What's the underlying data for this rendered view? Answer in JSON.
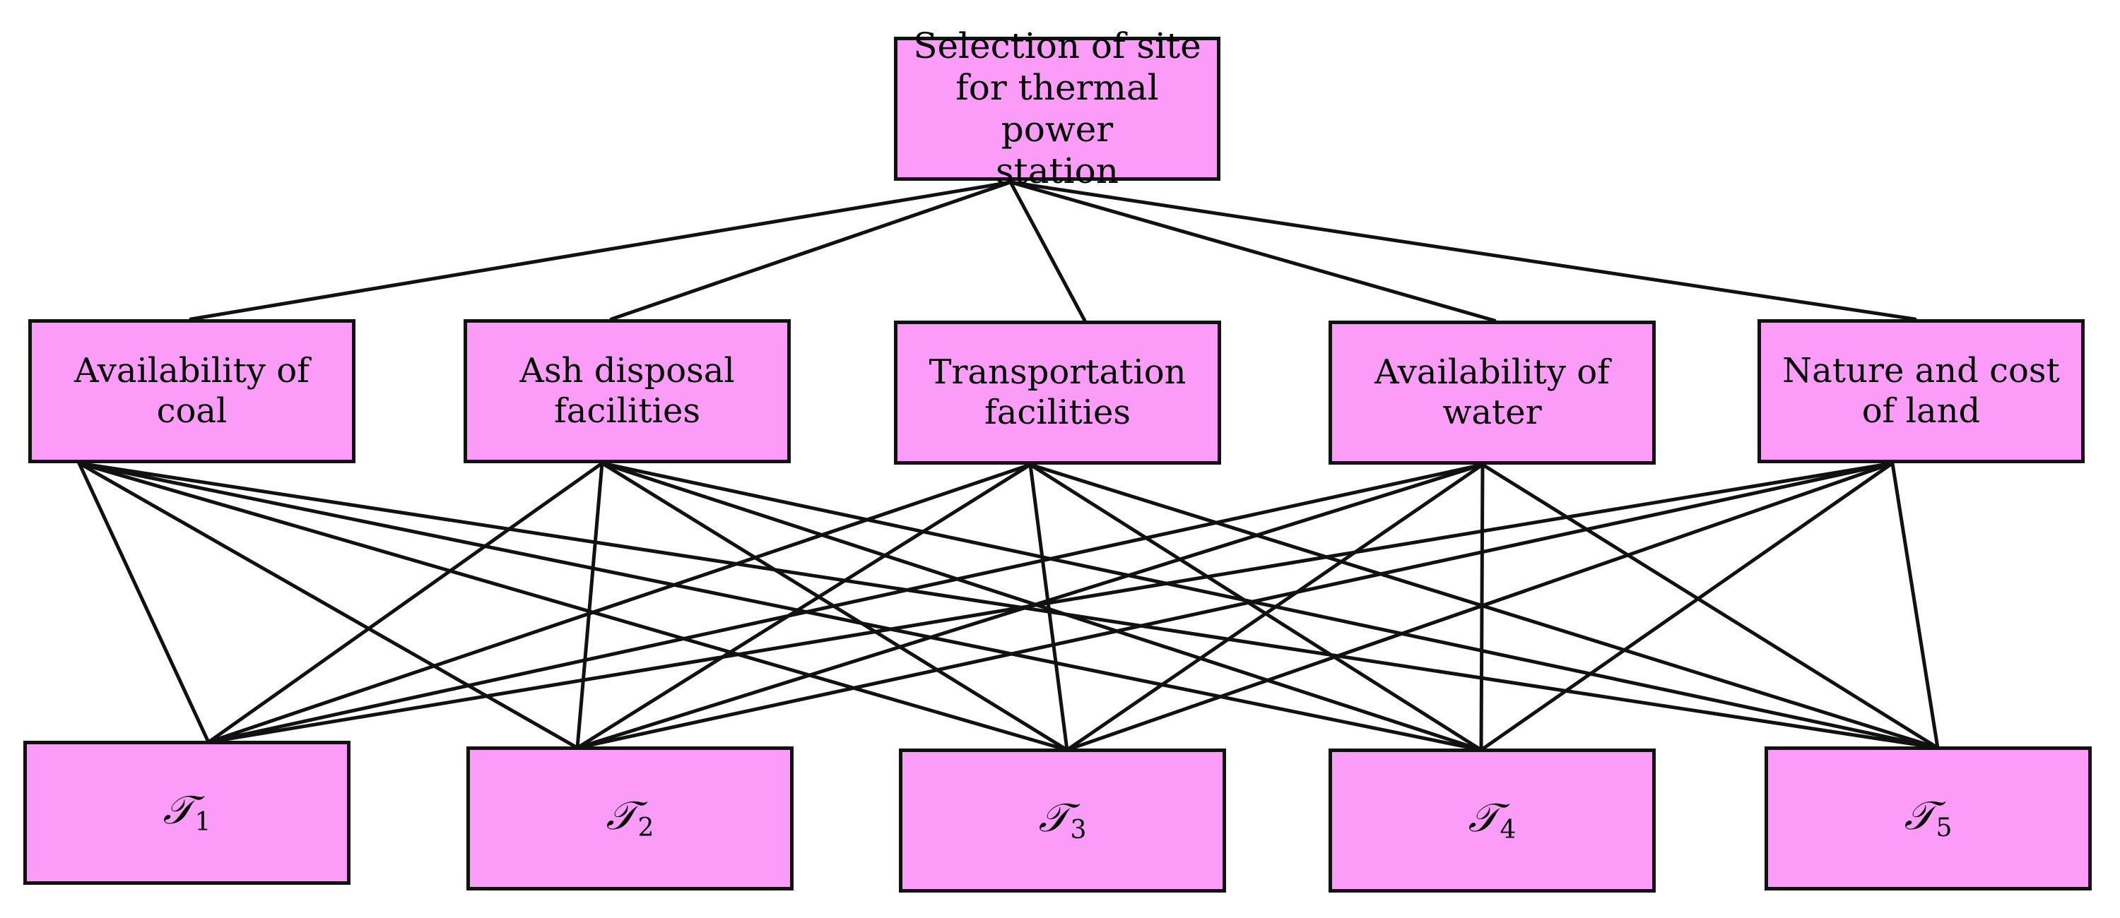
{
  "diagram": {
    "root": "Selection of site\nfor thermal power\nstation",
    "criteria": [
      "Availability of\ncoal",
      "Ash disposal\nfacilities",
      "Transportation\nfacilities",
      "Availability of\nwater",
      "Nature and cost\nof land"
    ],
    "alternatives": [
      {
        "symbol": "𝒯",
        "index": "1"
      },
      {
        "symbol": "𝒯",
        "index": "2"
      },
      {
        "symbol": "𝒯",
        "index": "3"
      },
      {
        "symbol": "𝒯",
        "index": "4"
      },
      {
        "symbol": "𝒯",
        "index": "5"
      }
    ],
    "colors": {
      "node_fill": "#fa9cf8",
      "node_border": "#111111",
      "edge": "#111111"
    }
  }
}
